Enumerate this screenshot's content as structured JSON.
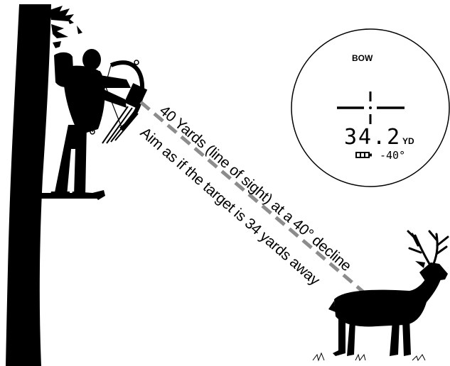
{
  "diagram": {
    "line_label": "40 Yards (line of sight) at a 40° decline",
    "aim_label": "Aim as if the target is 34 yards away"
  },
  "rangefinder": {
    "mode": "BOW",
    "distance": "34.2",
    "unit": "YD",
    "angle": "-40°"
  },
  "colors": {
    "silhouette": "#000000",
    "sight_line": "#8c8c8c",
    "background": "#ffffff"
  },
  "icons": [
    "battery-icon",
    "crosshair-icon"
  ]
}
